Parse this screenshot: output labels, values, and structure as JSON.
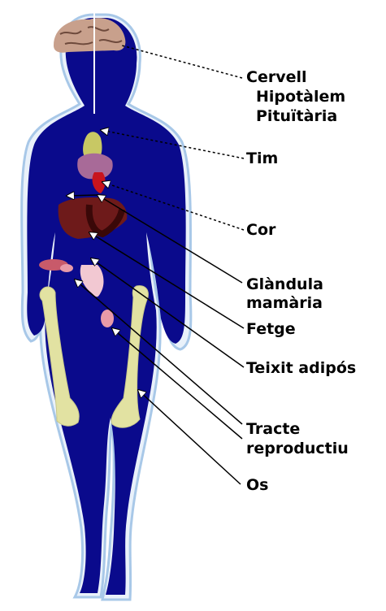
{
  "colors": {
    "body": "#0a0a8c",
    "outline": "#a8c8e8",
    "bone": "#e2e2a2",
    "liver": "#6e1a1a",
    "heart": "#c8141e",
    "thymus": "#c8c864",
    "brain": "#c8a08c",
    "reproductive": "#f2c8d2",
    "leader": "#000000"
  },
  "labels": {
    "cervell": "Cervell",
    "hipotalem": "Hipotàlem",
    "pituitaria": "Pituïtària",
    "tim": "Tim",
    "cor": "Cor",
    "glandula": "Glàndula",
    "mamaria": "mamària",
    "fetge": "Fetge",
    "teixit": "Teixit adipós",
    "tracte": "Tracte",
    "reproductiu": "reproductiu",
    "os": "Os"
  }
}
